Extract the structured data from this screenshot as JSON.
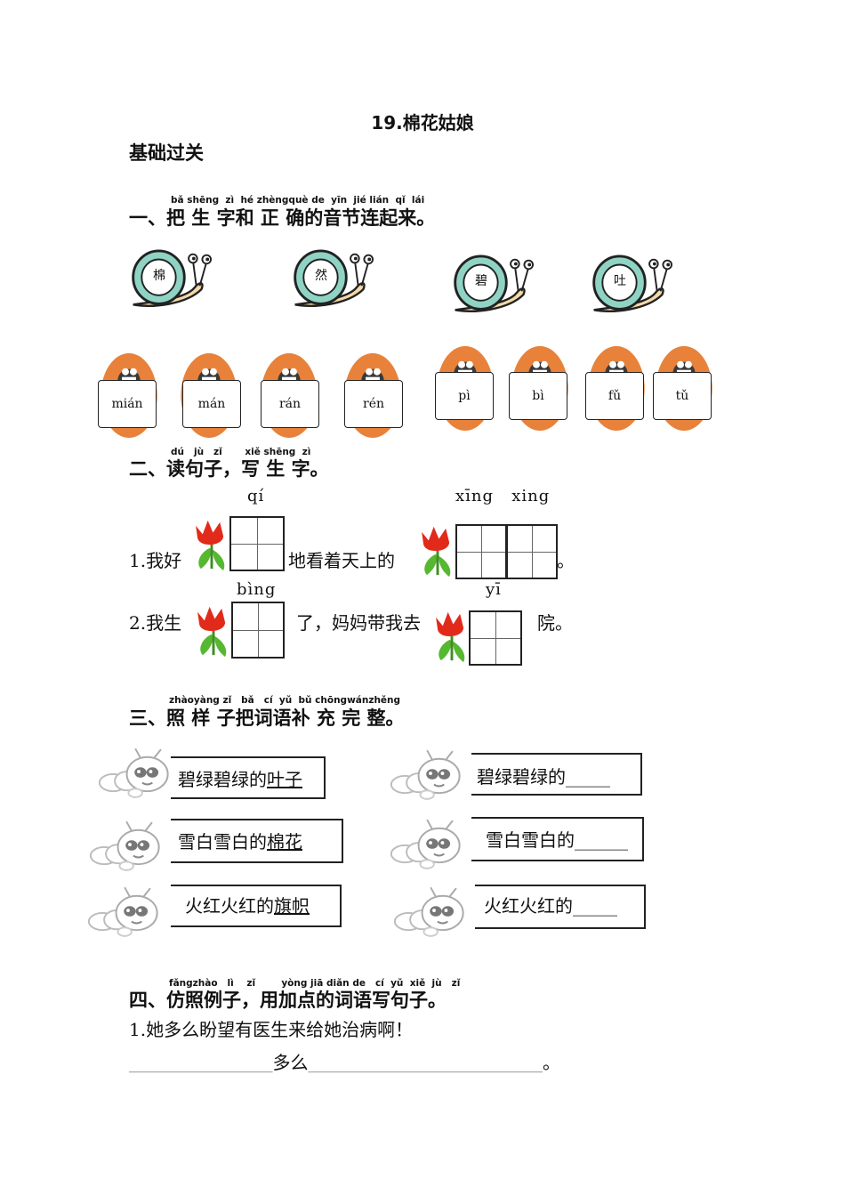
{
  "title": "19.棉花姑娘",
  "subtitle": "基础过关",
  "section1": {
    "heading": "一、把 生 字和 正 确的音节连起来。",
    "pinyin": [
      "bǎ",
      "shēng",
      "zì",
      "hé",
      "zhèng",
      "què",
      "de",
      "yīn",
      "jié",
      "lián",
      "qǐ",
      "lái"
    ],
    "chars": [
      "棉",
      "然",
      "碧",
      "吐"
    ],
    "syllables": [
      "mián",
      "mán",
      "rán",
      "rén",
      "pì",
      "bì",
      "fǔ",
      "tǔ"
    ]
  },
  "section2": {
    "heading": "二、读句子，写 生 字。",
    "pinyin": [
      "dú",
      "jù",
      "zǐ",
      "xiě",
      "shēng",
      "zì"
    ],
    "s1": {
      "prefix": "1.我好",
      "py1": "qí",
      "mid": "地看着天上的",
      "py2": "xīng   xing",
      "end": "。"
    },
    "s2": {
      "prefix": "2.我生",
      "py1": "bìng",
      "mid": "了，妈妈带我去",
      "py2": "yī",
      "end": "院。"
    }
  },
  "section3": {
    "heading": "三、照 样 子把词语补 充 完 整。",
    "pinyin": [
      "zhào",
      "yàng",
      "zǐ",
      "bǎ",
      "cí",
      "yǔ",
      "bǔ",
      "chōng",
      "wán",
      "zhěng"
    ],
    "left": [
      {
        "pre": "碧绿碧绿的",
        "word": "叶子"
      },
      {
        "pre": "雪白雪白的",
        "word": "棉花"
      },
      {
        "pre": "火红火红的",
        "word": "旗帜"
      }
    ],
    "right": [
      {
        "pre": "碧绿碧绿的",
        "blank": "_____"
      },
      {
        "pre": "雪白雪白的",
        "blank": "______"
      },
      {
        "pre": "火红火红的",
        "blank": "_____"
      }
    ]
  },
  "section4": {
    "heading": "四、仿照例子，用加点的词语写句子。",
    "pinyin": [
      "fǎng",
      "zhào",
      "lì",
      "zǐ",
      "yòng",
      "jiā",
      "diǎn",
      "de",
      "cí",
      "yǔ",
      "xiě",
      "jù",
      "zǐ"
    ],
    "example": "1.她多么盼望有医生来给她治病啊！",
    "blank1": "___________________",
    "word": "多么",
    "blank2": "_______________________________",
    "end": "。"
  },
  "colors": {
    "snail_shell": "#8fd3c4",
    "egg": "#e8823a",
    "tulip": "#e22a1a",
    "leaf": "#56b830"
  }
}
